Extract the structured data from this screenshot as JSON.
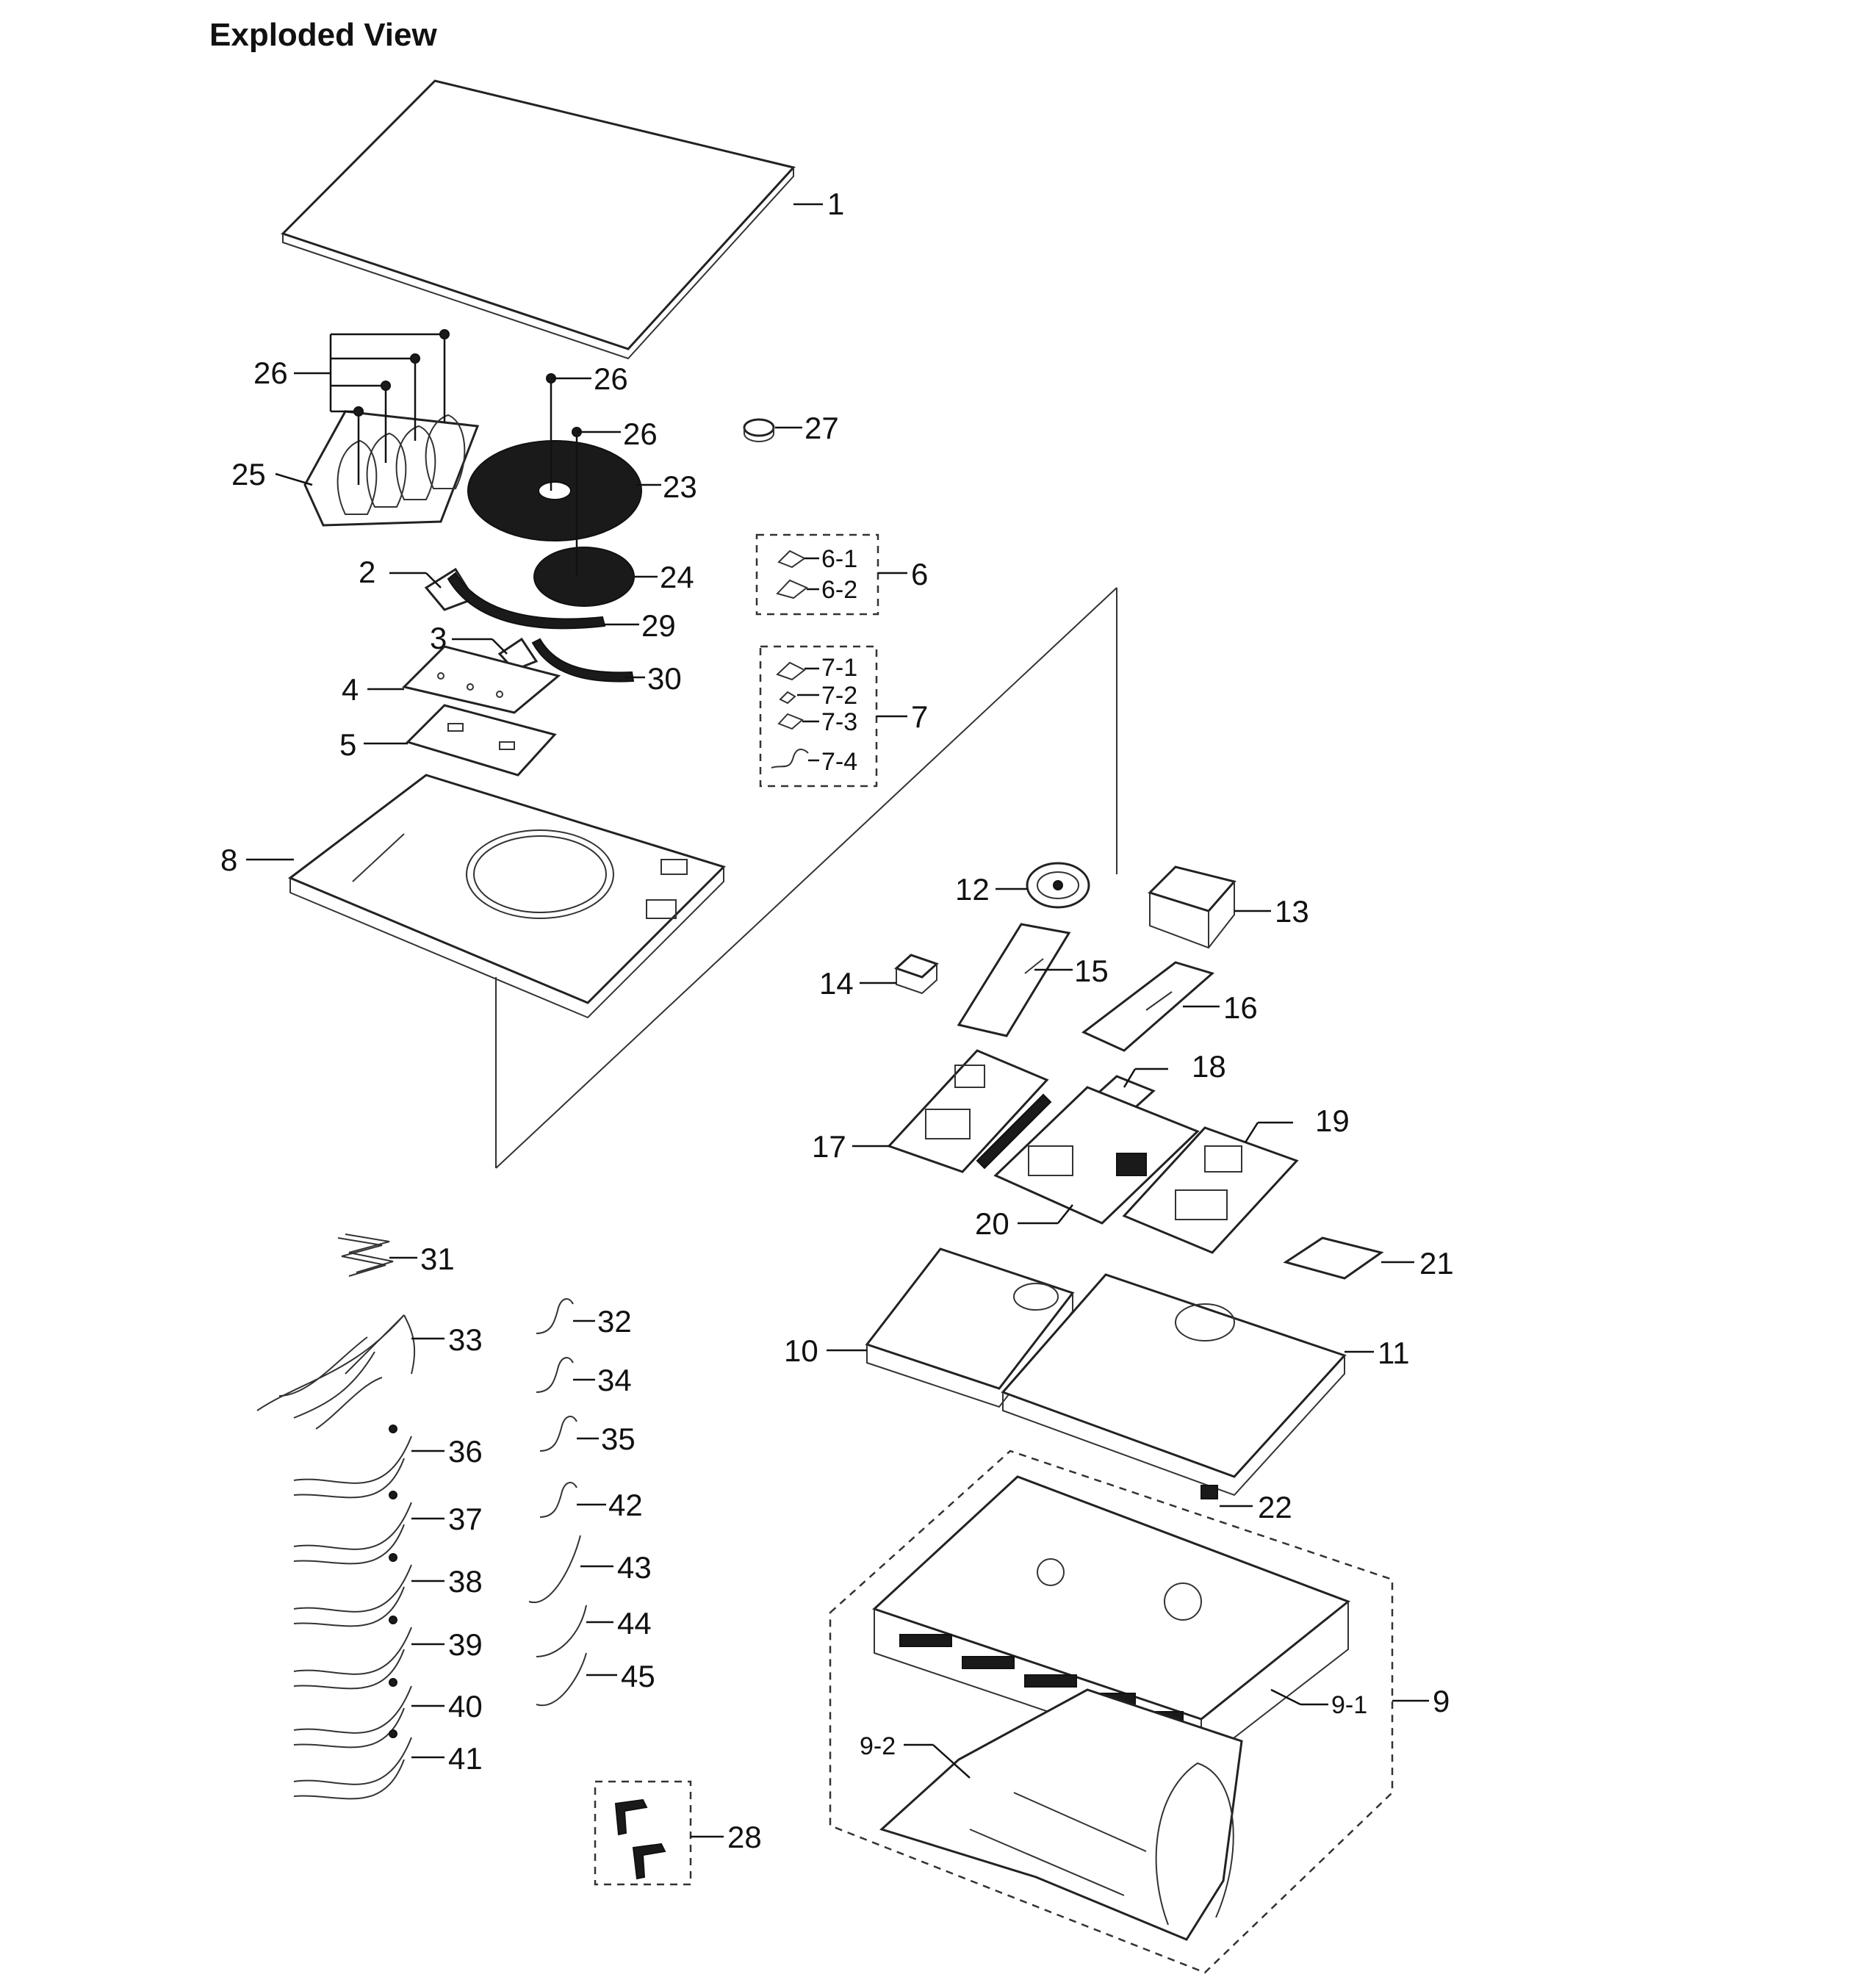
{
  "title": "Exploded View",
  "labels": {
    "l1": "1",
    "l2": "2",
    "l3": "3",
    "l4": "4",
    "l5": "5",
    "l6": "6",
    "l6_1": "6-1",
    "l6_2": "6-2",
    "l7": "7",
    "l7_1": "7-1",
    "l7_2": "7-2",
    "l7_3": "7-3",
    "l7_4": "7-4",
    "l8": "8",
    "l9": "9",
    "l9_1": "9-1",
    "l9_2": "9-2",
    "l10": "10",
    "l11": "11",
    "l12": "12",
    "l13": "13",
    "l14": "14",
    "l15": "15",
    "l16": "16",
    "l17": "17",
    "l18": "18",
    "l19": "19",
    "l20": "20",
    "l21": "21",
    "l22": "22",
    "l23": "23",
    "l24": "24",
    "l25": "25",
    "l26a": "26",
    "l26b": "26",
    "l26c": "26",
    "l27": "27",
    "l28": "28",
    "l29": "29",
    "l30": "30",
    "l31": "31",
    "l32": "32",
    "l33": "33",
    "l34": "34",
    "l35": "35",
    "l36": "36",
    "l37": "37",
    "l38": "38",
    "l39": "39",
    "l40": "40",
    "l41": "41",
    "l42": "42",
    "l43": "43",
    "l44": "44",
    "l45": "45"
  }
}
